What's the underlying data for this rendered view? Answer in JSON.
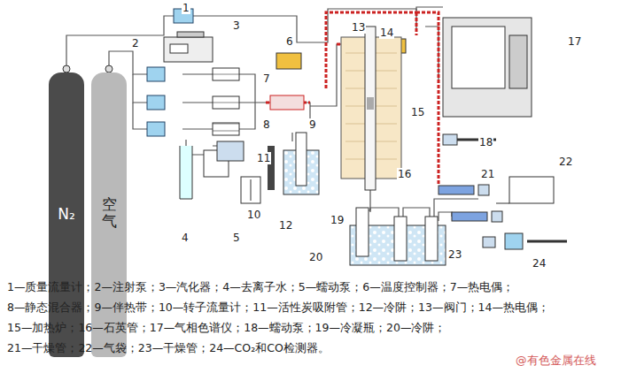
{
  "diagram": {
    "nodes": [
      {
        "text": [
          "N₂"
        ]
      },
      {
        "text": [
          "空气"
        ]
      }
    ],
    "labels": [
      "1",
      "2",
      "3",
      "4",
      "5",
      "6",
      "7",
      "8",
      "9",
      "10",
      "11",
      "12",
      "13",
      "14",
      "15",
      "16",
      "17",
      "18",
      "19",
      "20",
      "21",
      "22",
      "23",
      "24",
      "1—质量流量计；2—注射泵；3—汽化器；4—去离子水；5—蠕动泵；6—温度控制器；7—热电偶；",
      "8—静态混合器；9—伴热带；10—转子流量计；11—活性炭吸附管；12—冷阱；13—阀门；14—热电偶；",
      "15—加热炉；16—石英管；17—气相色谱仪；18—蠕动泵；19—冷凝瓶；20—冷阱；",
      "21—干燥管；22—气袋；23—干燥管；24—CO₂和CO检测器。",
      "@有色金属在线"
    ]
  }
}
